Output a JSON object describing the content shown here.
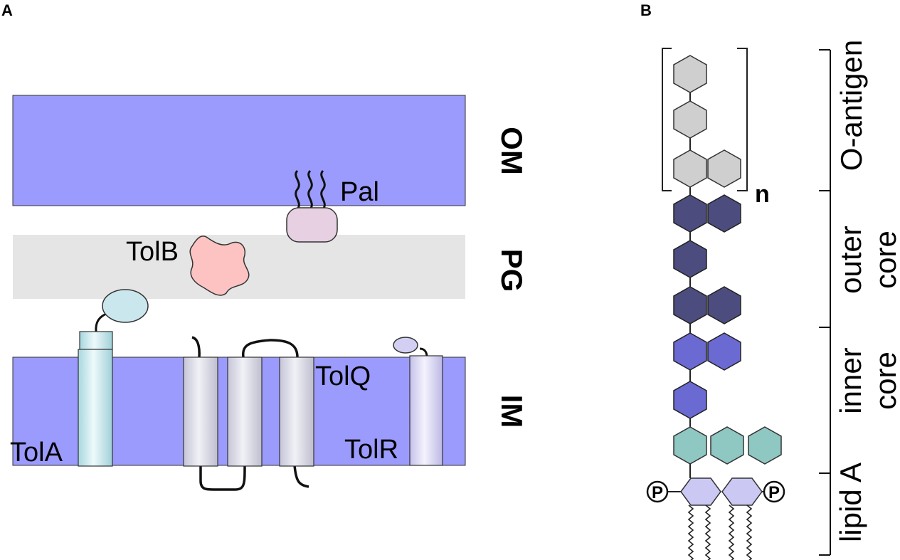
{
  "panels": {
    "a": "A",
    "b": "B"
  },
  "envelope": {
    "layers": {
      "outer_membrane": "OM",
      "peptidoglycan": "PG",
      "inner_membrane": "IM"
    },
    "proteins": {
      "pal": "Pal",
      "tolb": "TolB",
      "tolq": "TolQ",
      "tola": "TolA",
      "tolr": "TolR"
    }
  },
  "lps": {
    "repeat_label": "n",
    "phosphate_label": "P",
    "regions": [
      "O-antigen",
      "outer",
      "core",
      "inner",
      "core",
      "lipid A"
    ]
  },
  "colors": {
    "membrane": "#9b9bfd",
    "peptidoglycan": "#e5e5e5",
    "o_antigen_sugar": "#cfcfcf",
    "outer_core_sugar": "#4c4c7f",
    "inner_core_sugar": "#6a6ad2",
    "lipid_a_sugar": "#8fc7c2",
    "lipid_a_backbone": "#cbc9f3",
    "tolb": "#fdc3c3",
    "pal": "#e6d0e2",
    "tola_head": "#cbe7ee",
    "tolr_head": "#d2cff2"
  }
}
